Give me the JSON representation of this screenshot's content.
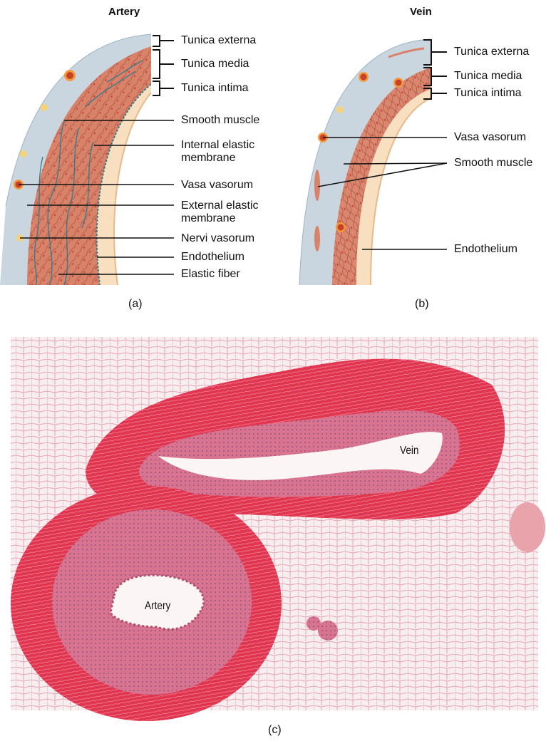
{
  "panel_a": {
    "title": "Artery",
    "caption": "(a)",
    "labels": [
      {
        "id": "tunica-externa",
        "text": "Tunica externa"
      },
      {
        "id": "tunica-media",
        "text": "Tunica media"
      },
      {
        "id": "tunica-intima",
        "text": "Tunica intima"
      },
      {
        "id": "smooth-muscle",
        "text": "Smooth muscle"
      },
      {
        "id": "internal-elastic-membrane",
        "text": "Internal elastic\nmembrane"
      },
      {
        "id": "vasa-vasorum",
        "text": "Vasa vasorum"
      },
      {
        "id": "external-elastic-membrane",
        "text": "External elastic\nmembrane"
      },
      {
        "id": "nervi-vasorum",
        "text": "Nervi vasorum"
      },
      {
        "id": "endothelium",
        "text": "Endothelium"
      },
      {
        "id": "elastic-fiber",
        "text": "Elastic fiber"
      }
    ]
  },
  "panel_b": {
    "title": "Vein",
    "caption": "(b)",
    "labels": [
      {
        "id": "tunica-externa",
        "text": "Tunica externa"
      },
      {
        "id": "tunica-media",
        "text": "Tunica media"
      },
      {
        "id": "tunica-intima",
        "text": "Tunica intima"
      },
      {
        "id": "vasa-vasorum",
        "text": "Vasa vasorum"
      },
      {
        "id": "smooth-muscle",
        "text": "Smooth muscle"
      },
      {
        "id": "endothelium",
        "text": "Endothelium"
      }
    ]
  },
  "panel_c": {
    "caption": "(c)",
    "vein_label": "Vein",
    "artery_label": "Artery"
  },
  "colors": {
    "externa": "#c9d6df",
    "media": "#d9826a",
    "intima": "#f7dfc0",
    "elastic": "#2f7a8c",
    "vasa_outer": "#f39a3b",
    "vasa_inner": "#c9402a",
    "nerve": "#f6d27a",
    "stain_dark": "#e0284a",
    "stain_light": "#f4c9d3"
  }
}
